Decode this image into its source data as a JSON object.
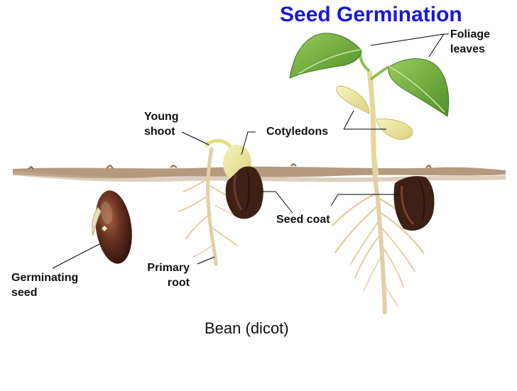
{
  "title": "Seed Germination",
  "caption": "Bean (dicot)",
  "labels": {
    "foliage": [
      "Foliage",
      "leaves"
    ],
    "young_shoot": [
      "Young",
      "shoot"
    ],
    "cotyledons": "Cotyledons",
    "seed_coat": "Seed coat",
    "germinating_seed": [
      "Germinating",
      "seed"
    ],
    "primary_root": [
      "Primary",
      "root"
    ]
  },
  "colors": {
    "title": "#1919d6",
    "soil": "#a88768",
    "seed_brown": "#4a2416",
    "leaf_green": "#6fae3a",
    "cotyledon_yellow": "#eee89a",
    "stem": "#e4d89a",
    "root": "#e3cfa6"
  }
}
